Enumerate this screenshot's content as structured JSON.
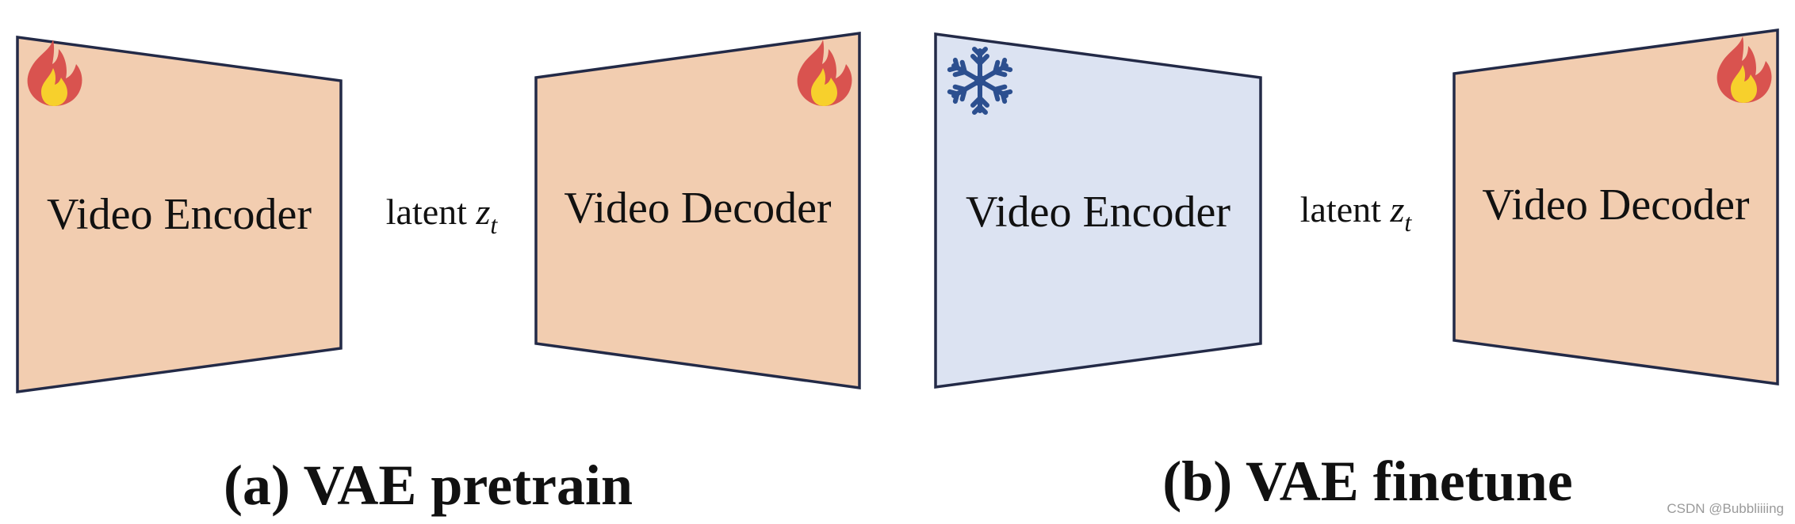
{
  "panels": [
    {
      "encoder": {
        "label": "Video Encoder",
        "state": "trainable",
        "icon": "fire-icon",
        "fill": "#f2cdb0"
      },
      "latent": {
        "label": "latent",
        "var": "z",
        "sub": "t"
      },
      "decoder": {
        "label": "Video Decoder",
        "state": "trainable",
        "icon": "fire-icon",
        "fill": "#f2cdb0"
      },
      "caption": "(a) VAE pretrain"
    },
    {
      "encoder": {
        "label": "Video Encoder",
        "state": "frozen",
        "icon": "snowflake-icon",
        "fill": "#dce3f2"
      },
      "latent": {
        "label": "latent",
        "var": "z",
        "sub": "t"
      },
      "decoder": {
        "label": "Video Decoder",
        "state": "trainable",
        "icon": "fire-icon",
        "fill": "#f2cdb0"
      },
      "caption": "(b) VAE finetune"
    }
  ],
  "colors": {
    "stroke": "#232a47",
    "trainable_fill": "#f2cdb0",
    "frozen_fill": "#dce3f2",
    "flame_outer": "#d9534f",
    "flame_inner": "#f7d02c",
    "snowflake": "#2c4f8f"
  },
  "watermark": "CSDN @Bubbliiiing"
}
